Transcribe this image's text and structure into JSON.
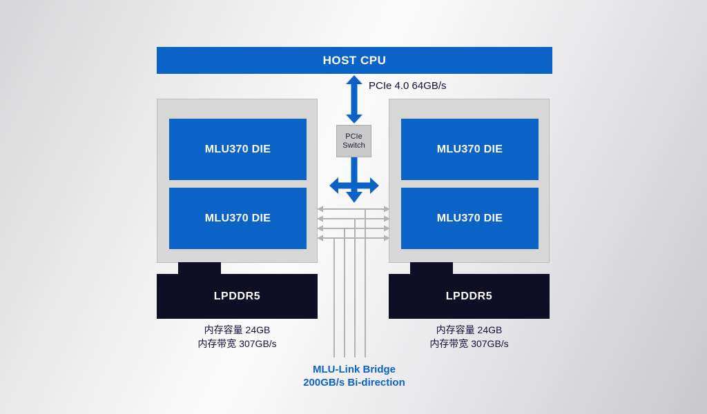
{
  "host_cpu": {
    "label": "HOST CPU"
  },
  "pcie": {
    "bandwidth_label": "PCIe 4.0 64GB/s",
    "switch_line1": "PCIe",
    "switch_line2": "Switch"
  },
  "left_package": {
    "dies": [
      "MLU370 DIE",
      "MLU370 DIE"
    ],
    "memory_label": "LPDDR5",
    "memory_capacity": "内存容量 24GB",
    "memory_bandwidth": "内存带宽 307GB/s"
  },
  "right_package": {
    "dies": [
      "MLU370 DIE",
      "MLU370 DIE"
    ],
    "memory_label": "LPDDR5",
    "memory_capacity": "内存容量 24GB",
    "memory_bandwidth": "内存带宽 307GB/s"
  },
  "mlu_link": {
    "title": "MLU-Link Bridge",
    "subtitle": "200GB/s Bi-direction"
  },
  "colors": {
    "accent_blue": "#0b63c8",
    "memory_navy": "#0e0e24",
    "package_gray": "#d7d7d8",
    "switch_gray": "#c9c9ca",
    "link_line_gray": "#b2b2b4",
    "text_dark": "#10103a"
  }
}
